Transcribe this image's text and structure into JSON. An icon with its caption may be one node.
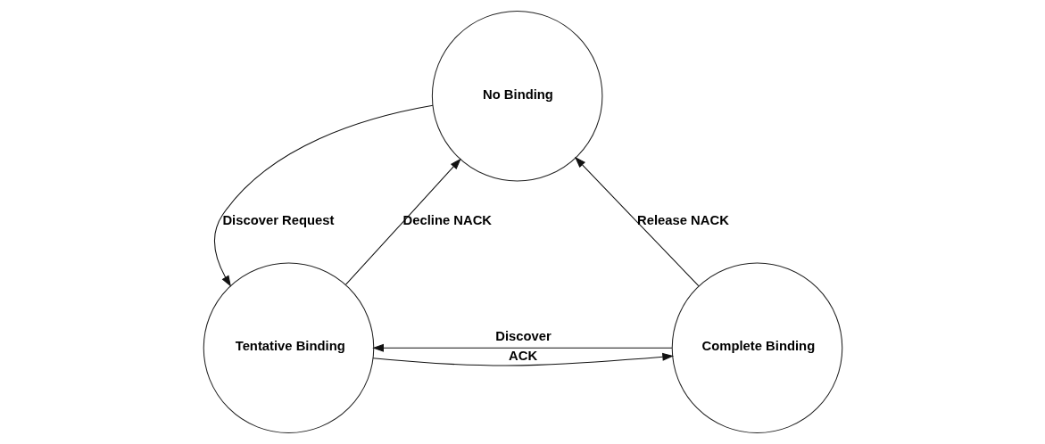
{
  "diagram": {
    "nodes": [
      {
        "text": [
          "No Binding"
        ]
      },
      {
        "text": [
          "Tentative Binding"
        ]
      },
      {
        "text": [
          "Complete Binding"
        ]
      }
    ],
    "edges": [
      {
        "from": 0,
        "to": 1,
        "arrow": "to",
        "label": "Discover Request"
      },
      {
        "from": 1,
        "to": 0,
        "arrow": "to",
        "label": "Decline NACK"
      },
      {
        "from": 2,
        "to": 0,
        "arrow": "to",
        "label": "Release NACK"
      },
      {
        "from": 2,
        "to": 1,
        "arrow": "to",
        "label": "Discover"
      },
      {
        "from": 1,
        "to": 2,
        "arrow": "to",
        "label": "ACK"
      }
    ]
  }
}
